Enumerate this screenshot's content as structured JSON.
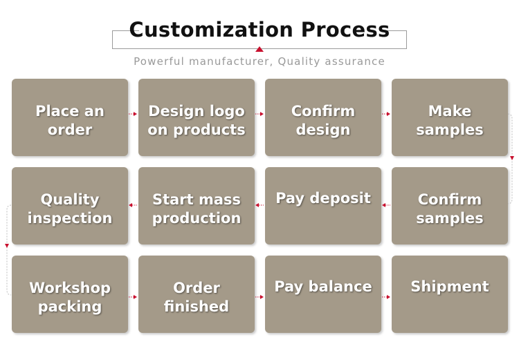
{
  "header": {
    "title": "Customization Process",
    "subtitle": "Powerful manufacturer, Quality assurance"
  },
  "colors": {
    "box": "#a49a89",
    "arrow": "#c8102e",
    "text": "#ffffff"
  },
  "steps": [
    {
      "label": "Place an\norder"
    },
    {
      "label": "Design logo\non products"
    },
    {
      "label": "Confirm\ndesign"
    },
    {
      "label": "Make\nsamples"
    },
    {
      "label": "Confirm\nsamples"
    },
    {
      "label": "Pay deposit"
    },
    {
      "label": "Start mass\nproduction"
    },
    {
      "label": "Quality\ninspection"
    },
    {
      "label": "Workshop\npacking"
    },
    {
      "label": "Order\nfinished"
    },
    {
      "label": "Pay balance"
    },
    {
      "label": "Shipment"
    }
  ]
}
